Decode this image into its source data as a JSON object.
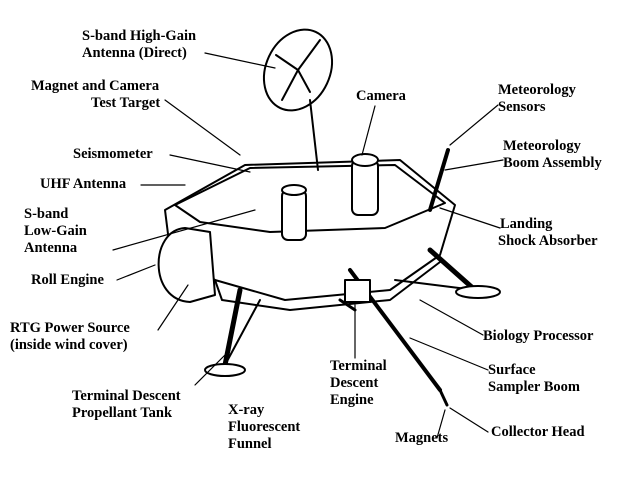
{
  "diagram": {
    "labels": {
      "s_band_high_gain": [
        "S-band High-Gain",
        "Antenna (Direct)"
      ],
      "magnet_camera_target": [
        "Magnet and Camera",
        "Test Target"
      ],
      "camera": [
        "Camera"
      ],
      "meteorology_sensors": [
        "Meteorology",
        "Sensors"
      ],
      "seismometer": [
        "Seismometer"
      ],
      "meteorology_boom": [
        "Meteorology",
        "Boom Assembly"
      ],
      "uhf_antenna": [
        "UHF Antenna"
      ],
      "s_band_low_gain": [
        "S-band",
        "Low-Gain",
        "Antenna"
      ],
      "landing_shock": [
        "Landing",
        "Shock Absorber"
      ],
      "roll_engine": [
        "Roll Engine"
      ],
      "rtg_power": [
        "RTG Power Source",
        "(inside wind cover)"
      ],
      "biology_processor": [
        "Biology Processor"
      ],
      "terminal_descent_engine": [
        "Terminal",
        "Descent",
        "Engine"
      ],
      "surface_sampler": [
        "Surface",
        "Sampler Boom"
      ],
      "terminal_descent_tank": [
        "Terminal Descent",
        "Propellant Tank"
      ],
      "xray_funnel": [
        "X-ray",
        "Fluorescent",
        "Funnel"
      ],
      "magnets": [
        "Magnets"
      ],
      "collector_head": [
        "Collector Head"
      ]
    }
  }
}
